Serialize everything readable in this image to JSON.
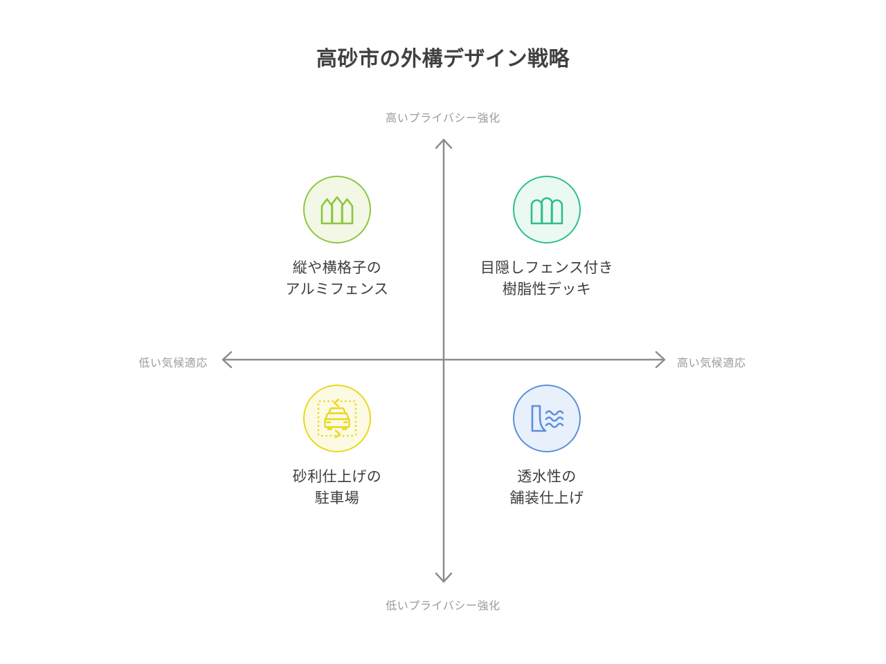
{
  "title": "高砂市の外構デザイン戦略",
  "axes": {
    "top_label": "高いプライバシー強化",
    "bottom_label": "低いプライバシー強化",
    "left_label": "低い気候適応",
    "right_label": "高い気候適応",
    "line_color": "#8c8c8c",
    "label_color": "#9a9a9a"
  },
  "chart_data": {
    "type": "scatter",
    "title": "高砂市の外構デザイン戦略",
    "xlabel": "気候適応",
    "ylabel": "プライバシー強化",
    "xlim": [
      -1,
      1
    ],
    "ylim": [
      -1,
      1
    ],
    "grid": false,
    "legend": "none",
    "axis_tick_labels": {
      "x_low": "低い気候適応",
      "x_high": "高い気候適応",
      "y_low": "低いプライバシー強化",
      "y_high": "高いプライバシー強化"
    },
    "points": [
      {
        "label": "縦や横格子の\nアルミフェンス",
        "quadrant": "top-left",
        "x": -0.5,
        "y": 0.45,
        "icon": "picket-fence-pointed-icon",
        "color": "#8cc63f",
        "fill": "#f2f8e5"
      },
      {
        "label": "目隠しフェンス付き\n樹脂性デッキ",
        "quadrant": "top-right",
        "x": 0.5,
        "y": 0.45,
        "icon": "privacy-fence-rounded-icon",
        "color": "#2fbe87",
        "fill": "#eafaf3"
      },
      {
        "label": "砂利仕上げの\n駐車場",
        "quadrant": "bottom-left",
        "x": -0.5,
        "y": -0.45,
        "icon": "gravel-parking-car-icon",
        "color": "#e8d81c",
        "fill": "#fcfae3"
      },
      {
        "label": "透水性の\n舗装仕上げ",
        "quadrant": "bottom-right",
        "x": 0.5,
        "y": -0.45,
        "icon": "permeable-paving-water-icon",
        "color": "#5b8edb",
        "fill": "#e8f0fc"
      }
    ]
  },
  "quadrants": {
    "top_left": {
      "label": "縦や横格子の\nアルミフェンス",
      "color": "#8cc63f",
      "fill": "#f2f8e5"
    },
    "top_right": {
      "label": "目隠しフェンス付き\n樹脂性デッキ",
      "color": "#2fbe87",
      "fill": "#eafaf3"
    },
    "bottom_left": {
      "label": "砂利仕上げの\n駐車場",
      "color": "#e8d81c",
      "fill": "#fcfae3"
    },
    "bottom_right": {
      "label": "透水性の\n舗装仕上げ",
      "color": "#5b8edb",
      "fill": "#e8f0fc"
    }
  }
}
